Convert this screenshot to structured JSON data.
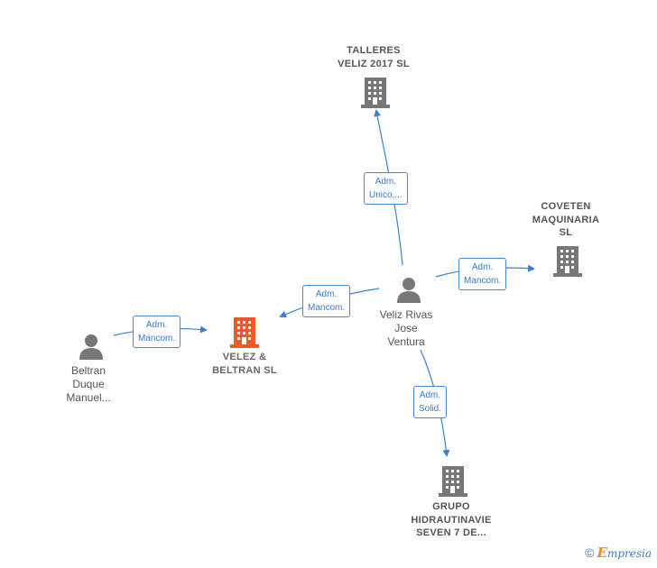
{
  "nodes": {
    "main_company": {
      "name_line1": "VELEZ &",
      "name_line2": "BELTRAN  SL",
      "color": "#f05a28"
    },
    "talleres": {
      "name_line1": "TALLERES",
      "name_line2": "VELIZ 2017  SL"
    },
    "coveten": {
      "name_line1": "COVETEN",
      "name_line2": "MAQUINARIA",
      "name_line3": "SL"
    },
    "grupo": {
      "name_line1": "GRUPO",
      "name_line2": "HIDRAUTINAVIE",
      "name_line3": "SEVEN 7 DE..."
    },
    "veliz": {
      "name_line1": "Veliz Rivas",
      "name_line2": "Jose",
      "name_line3": "Ventura"
    },
    "beltran": {
      "name_line1": "Beltran",
      "name_line2": "Duque",
      "name_line3": "Manuel..."
    }
  },
  "relations": {
    "talleres": {
      "line1": "Adm.",
      "line2": "Unico,..."
    },
    "coveten": {
      "line1": "Adm.",
      "line2": "Mancom."
    },
    "main_from_veliz": {
      "line1": "Adm.",
      "line2": "Mancom."
    },
    "main_from_beltran": {
      "line1": "Adm.",
      "line2": "Mancom."
    },
    "grupo": {
      "line1": "Adm.",
      "line2": "Solid."
    }
  },
  "colors": {
    "edge": "#3a7fd5",
    "building": "#777777",
    "person": "#777777",
    "main_building": "#f05a28"
  },
  "footer": {
    "copyright": "©",
    "brand_first": "E",
    "brand_rest": "mpresia"
  }
}
